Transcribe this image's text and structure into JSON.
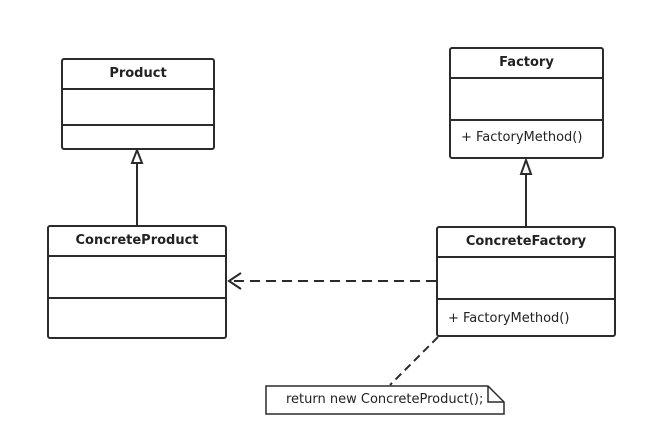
{
  "classes": {
    "product": {
      "name": "Product",
      "attributes": [],
      "operations": []
    },
    "factory": {
      "name": "Factory",
      "attributes": [],
      "operations": [
        "+ FactoryMethod()"
      ]
    },
    "concrete_product": {
      "name": "ConcreteProduct",
      "attributes": [],
      "operations": []
    },
    "concrete_factory": {
      "name": "ConcreteFactory",
      "attributes": [],
      "operations": [
        "+ FactoryMethod()"
      ]
    }
  },
  "note": {
    "text": "return new ConcreteProduct();"
  },
  "relations": [
    {
      "type": "generalization",
      "from": "ConcreteProduct",
      "to": "Product"
    },
    {
      "type": "generalization",
      "from": "ConcreteFactory",
      "to": "Factory"
    },
    {
      "type": "dependency",
      "from": "ConcreteFactory",
      "to": "ConcreteProduct"
    },
    {
      "type": "note-anchor",
      "from": "note",
      "to": "ConcreteFactory"
    }
  ],
  "colors": {
    "line": "#2b2b2b",
    "background": "#ffffff"
  }
}
